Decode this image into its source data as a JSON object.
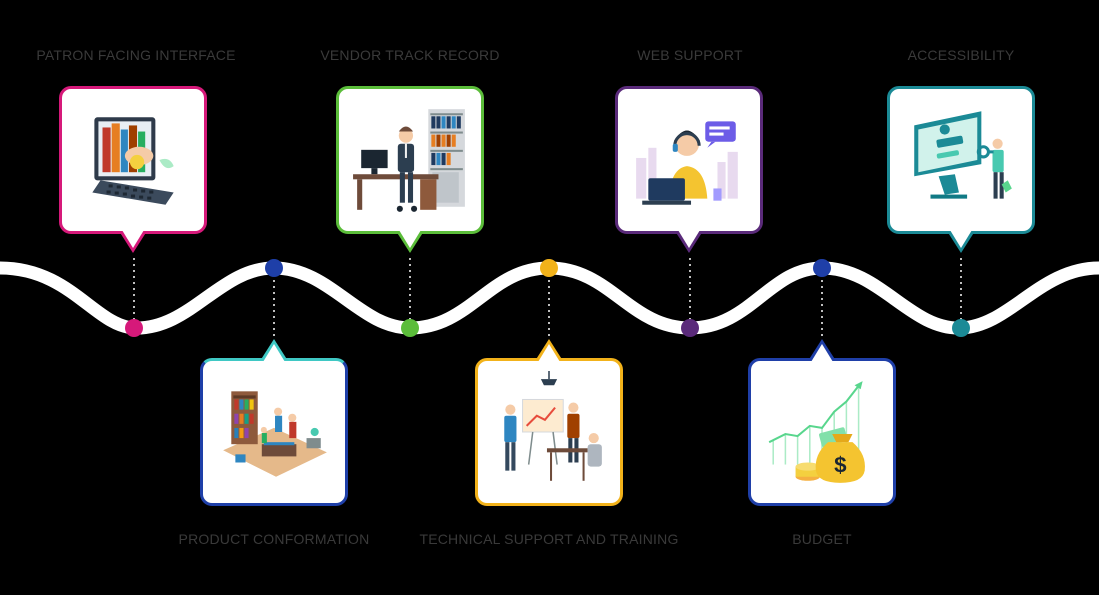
{
  "steps": [
    {
      "label": "PATRON FACING INTERFACE",
      "color": "#d6197a",
      "icon": "laptop-books-illustration"
    },
    {
      "label": "PRODUCT CONFORMATION",
      "color": "#1e3fa8",
      "icon": "library-room-illustration"
    },
    {
      "label": "VENDOR TRACK RECORD",
      "color": "#5bbd3a",
      "icon": "office-desk-illustration"
    },
    {
      "label": "TECHNICAL SUPPORT AND TRAINING",
      "color": "#f2b21a",
      "icon": "presentation-meeting-illustration"
    },
    {
      "label": "WEB SUPPORT",
      "color": "#5a2a7a",
      "icon": "headset-agent-illustration"
    },
    {
      "label": "BUDGET",
      "color": "#1f3fa8",
      "icon": "money-growth-illustration"
    },
    {
      "label": "ACCESSIBILITY",
      "color": "#1b8a96",
      "icon": "key-access-illustration"
    }
  ]
}
